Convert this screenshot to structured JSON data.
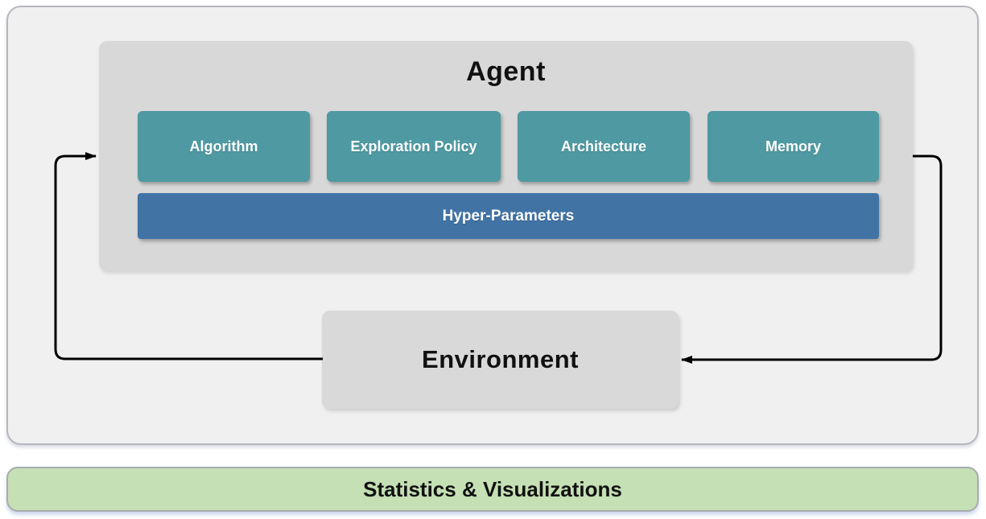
{
  "diagram": {
    "agent": {
      "title": "Agent",
      "modules": [
        "Algorithm",
        "Exploration Policy",
        "Architecture",
        "Memory"
      ],
      "hyper_parameters_label": "Hyper-Parameters"
    },
    "environment": {
      "label": "Environment"
    },
    "statistics_bar": {
      "label": "Statistics & Visualizations"
    },
    "arrows": [
      {
        "name": "environment-to-agent",
        "from": "Environment",
        "to": "Agent"
      },
      {
        "name": "agent-to-environment",
        "from": "Agent",
        "to": "Environment"
      }
    ],
    "colors": {
      "module_teal": "#4f99a2",
      "hyper_parameters_blue": "#4173a5",
      "agent_container_gray": "#d8d8d8",
      "environment_gray": "#d9d9d9",
      "outer_panel_background": "#f0f0f1",
      "statistics_green": "#c5e0b4",
      "arrow_black": "#000000"
    }
  }
}
